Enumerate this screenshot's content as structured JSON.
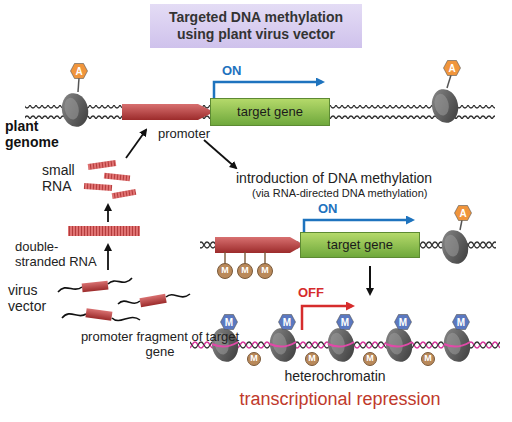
{
  "diagram": {
    "title": "Targeted DNA methylation using plant virus vector",
    "nodes": [
      {
        "text": [
          "A"
        ]
      },
      {
        "text": [
          "target gene"
        ]
      },
      {
        "text": [
          "A"
        ]
      },
      {
        "text": [
          "M"
        ]
      },
      {
        "text": [
          "M"
        ]
      },
      {
        "text": [
          "M"
        ]
      },
      {
        "text": [
          "target gene"
        ]
      },
      {
        "text": [
          "A"
        ]
      },
      {
        "text": [
          "M"
        ]
      },
      {
        "text": [
          "M"
        ]
      },
      {
        "text": [
          "M"
        ]
      },
      {
        "text": [
          "M"
        ]
      },
      {
        "text": [
          "M"
        ]
      },
      {
        "text": [
          "M"
        ]
      },
      {
        "text": [
          "M"
        ]
      },
      {
        "text": [
          "M"
        ]
      },
      {
        "text": [
          "M"
        ]
      }
    ],
    "labels": [
      "plant genome",
      "ON",
      "promoter",
      "small RNA",
      "introduction of DNA methylation",
      "(via RNA-directed DNA methylation)",
      "ON",
      "double-stranded RNA",
      "virus vector",
      "promoter fragment of target gene",
      "OFF",
      "heterochromatin",
      "transcriptional repression"
    ]
  }
}
